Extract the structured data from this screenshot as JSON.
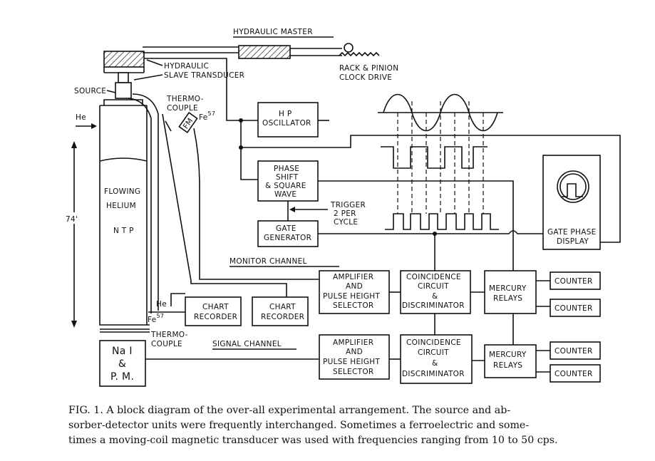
{
  "diagram": {
    "top": {
      "hydraulic_master": "HYDRAULIC  MASTER",
      "hydraulic_slave_1": "HYDRAULIC",
      "hydraulic_slave_2": "SLAVE TRANSDUCER",
      "rack_pinion_1": "RACK & PINION",
      "rack_pinion_2": "CLOCK DRIVE"
    },
    "left": {
      "source": "SOURCE",
      "he_in": "He",
      "thermocouple_1": "THERMO-",
      "thermocouple_2": "COUPLE",
      "fe57_source": "Fe",
      "fe57_source_sup": "57",
      "fm_label": "FM",
      "flowing": "FLOWING",
      "helium": "HELIUM",
      "ntp": "N T P",
      "height": "74'",
      "he_bottom": "He",
      "fe57_bottom": "Fe",
      "fe57_bottom_sup": "57",
      "thermocouple_b1": "THERMO-",
      "thermocouple_b2": "COUPLE"
    },
    "blocks": {
      "hp_osc": [
        "H P",
        "OSCILLATOR"
      ],
      "phase_shift": [
        "PHASE",
        "SHIFT",
        "& SQUARE",
        "WAVE"
      ],
      "gate_gen": [
        "GATE",
        "GENERATOR"
      ],
      "trigger": [
        "TRIGGER",
        "2 PER",
        "CYCLE"
      ],
      "gate_phase": [
        "GATE PHASE",
        "DISPLAY"
      ],
      "chart_rec_1": [
        "CHART",
        "RECORDER"
      ],
      "chart_rec_2": [
        "CHART",
        "RECORDER"
      ],
      "amp_monitor": [
        "AMPLIFIER",
        "AND",
        "PULSE HEIGHT",
        "SELECTOR"
      ],
      "amp_signal": [
        "AMPLIFIER",
        "AND",
        "PULSE HEIGHT",
        "SELECTOR"
      ],
      "coinc_monitor": [
        "COINCIDENCE",
        "CIRCUIT",
        "&",
        "DISCRIMINATOR"
      ],
      "coinc_signal": [
        "COINCIDENCE",
        "CIRCUIT",
        "&",
        "DISCRIMINATOR"
      ],
      "mercury_monitor": [
        "MERCURY",
        "RELAYS"
      ],
      "mercury_signal": [
        "MERCURY",
        "RELAYS"
      ],
      "counter_1": "COUNTER",
      "counter_2": "COUNTER",
      "counter_3": "COUNTER",
      "counter_4": "COUNTER",
      "nai": [
        "Na I",
        "&",
        "P. M."
      ]
    },
    "monitor_channel": "MONITOR  CHANNEL",
    "signal_channel": "SIGNAL  CHANNEL"
  },
  "caption": {
    "line1": "FIG. 1.  A block diagram of the over-all experimental arrangement.  The source and ab-",
    "line2": "sorber-detector units were frequently interchanged.  Sometimes a ferroelectric and some-",
    "line3": "times a moving-coil magnetic transducer was used with frequencies ranging from 10 to 50 cps."
  }
}
